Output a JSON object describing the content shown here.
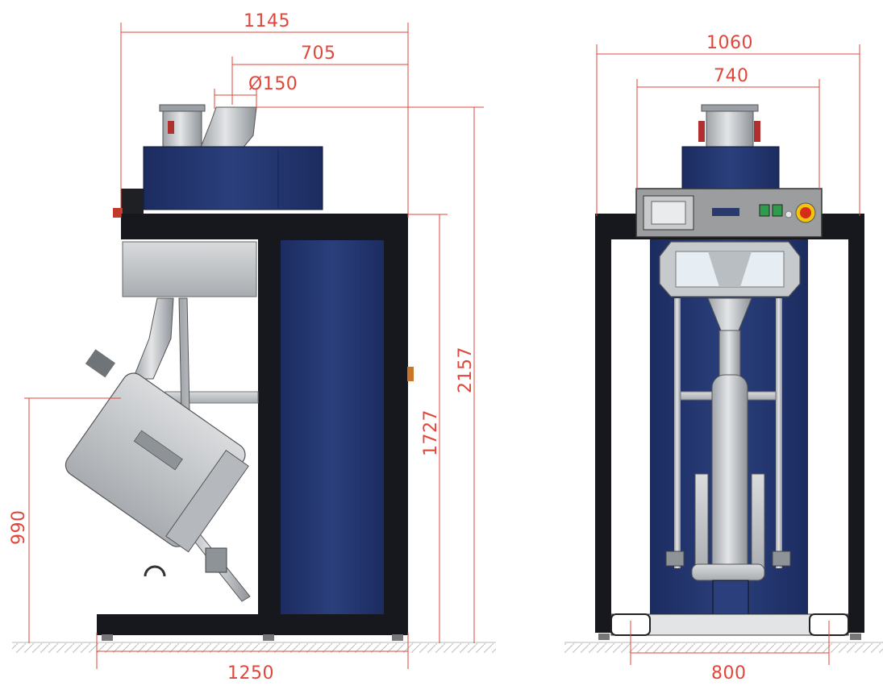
{
  "drawing": {
    "side_view": {
      "dim_total_width": "1145",
      "dim_offset_width": "705",
      "dim_inlet_diameter": "Ø150",
      "dim_base_width": "1250",
      "dim_total_height": "2157",
      "dim_frame_height": "1727",
      "dim_outlet_height": "990"
    },
    "front_view": {
      "dim_total_width": "1060",
      "dim_panel_width": "740",
      "dim_clear_width": "800"
    }
  },
  "colors": {
    "dimension": "#e0473a",
    "frame": "#14161d",
    "panel_blue": "#22356e",
    "steel_gray": "#c9cccf",
    "ground": "#b8b8b8"
  }
}
